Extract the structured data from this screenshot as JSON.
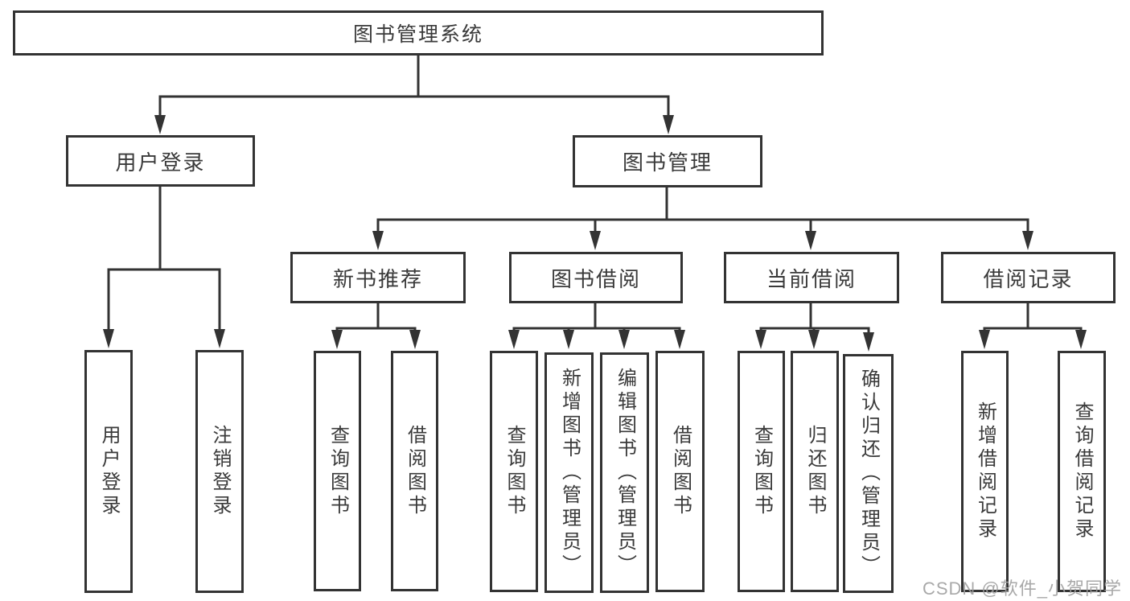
{
  "diagram": {
    "type": "hierarchy-tree",
    "orientation": "top-down",
    "colors": {
      "line": "#333333",
      "border": "#333333",
      "text": "#3a3a3a",
      "watermark": "#a0a0a0",
      "background": "#ffffff"
    }
  },
  "tree": {
    "label": "图书管理系统",
    "children": [
      {
        "label": "用户登录",
        "children": [
          {
            "label": "用户登录"
          },
          {
            "label": "注销登录"
          }
        ]
      },
      {
        "label": "图书管理",
        "children": [
          {
            "label": "新书推荐",
            "children": [
              {
                "label": "查询图书"
              },
              {
                "label": "借阅图书"
              }
            ]
          },
          {
            "label": "图书借阅",
            "children": [
              {
                "label": "查询图书"
              },
              {
                "label": "新增图书（管理员）"
              },
              {
                "label": "编辑图书（管理员）"
              },
              {
                "label": "借阅图书"
              }
            ]
          },
          {
            "label": "当前借阅",
            "children": [
              {
                "label": "查询图书"
              },
              {
                "label": "归还图书"
              },
              {
                "label": "确认归还（管理员）"
              }
            ]
          },
          {
            "label": "借阅记录",
            "children": [
              {
                "label": "新增借阅记录"
              },
              {
                "label": "查询借阅记录"
              }
            ]
          }
        ]
      }
    ]
  },
  "watermark": {
    "text": "CSDN @软件_小贺同学"
  }
}
